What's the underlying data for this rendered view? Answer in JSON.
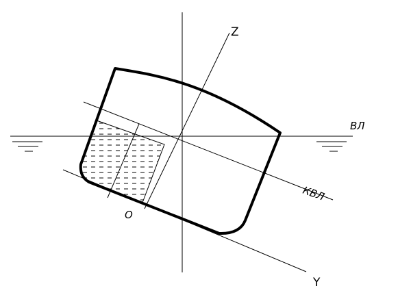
{
  "labels": {
    "z_axis": "Z",
    "y_axis": "Y",
    "origin": "O",
    "waterline": "ВЛ",
    "design_waterline": "КВЛ"
  }
}
